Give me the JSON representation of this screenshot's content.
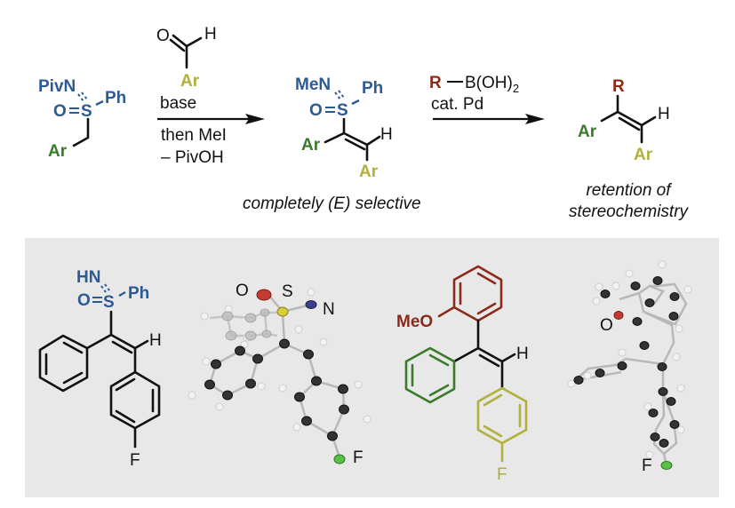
{
  "colors": {
    "blue": "#2d5a94",
    "green": "#3a7a2a",
    "olive": "#b0b03a",
    "red": "#8c2a1a",
    "black": "#111111",
    "panel_bg": "#e8e8e8",
    "atom_O": "#c23a32",
    "atom_S": "#d6cf3a",
    "atom_N": "#3a3f8c",
    "atom_F": "#5ac04a"
  },
  "scheme": {
    "start_material": {
      "n_group": "PivN",
      "o": "O",
      "s": "S",
      "ph": "Ph",
      "ar": "Ar"
    },
    "step1": {
      "reagent_o": "O",
      "reagent_h": "H",
      "reagent_ar": "Ar",
      "cond_above": "base",
      "cond_below_1": "then MeI",
      "cond_below_2": "– PivOH"
    },
    "intermediate": {
      "n_group": "MeN",
      "o": "O",
      "s": "S",
      "ph": "Ph",
      "ar_left": "Ar",
      "ar_bottom": "Ar",
      "h": "H",
      "caption": "completely (E) selective"
    },
    "step2": {
      "r": "R",
      "boron": "B(OH)",
      "boron_sub": "2",
      "cond": "cat. Pd"
    },
    "product": {
      "r": "R",
      "ar_left": "Ar",
      "ar_bottom": "Ar",
      "h": "H",
      "caption_1": "retention of",
      "caption_2": "stereochemistry"
    }
  },
  "examples": {
    "sulfoximine": {
      "n_group": "HN",
      "o": "O",
      "s": "S",
      "ph": "Ph",
      "h": "H",
      "f": "F"
    },
    "crystal_1_labels": {
      "o": "O",
      "s": "S",
      "n": "N",
      "f": "F"
    },
    "alkene": {
      "meo": "MeO",
      "h": "H",
      "f": "F"
    },
    "crystal_2_labels": {
      "o": "O",
      "f": "F"
    }
  }
}
